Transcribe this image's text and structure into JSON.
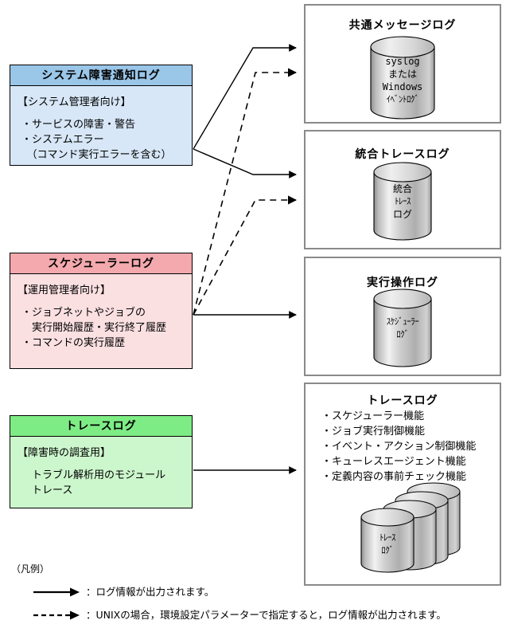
{
  "diagram": {
    "sources": [
      {
        "id": "system-failure-notification-log",
        "title": "システム障害通知ログ",
        "audience": "【システム管理者向け】",
        "lines": [
          "・サービスの障害・警告",
          "・システムエラー",
          "　（コマンド実行エラーを含む）"
        ],
        "header_color": "#9ac6e8",
        "body_color": "#d7e7f7"
      },
      {
        "id": "scheduler-log",
        "title": "スケジューラーログ",
        "audience": "【運用管理者向け】",
        "lines": [
          "・ジョブネットやジョブの",
          "　実行開始履歴・実行終了履歴",
          "・コマンドの実行履歴"
        ],
        "header_color": "#f3a9ad",
        "body_color": "#fbe0e2"
      },
      {
        "id": "trace-log",
        "title": "トレースログ",
        "audience": "【障害時の調査用】",
        "lines": [
          "　トラブル解析用のモジュール",
          "　トレース"
        ],
        "header_color": "#7eec85",
        "body_color": "#ccf6cc"
      }
    ],
    "targets": [
      {
        "id": "common-message-log",
        "title": "共通メッセージログ",
        "cylinder_lines": [
          "syslog",
          "または",
          "Windows",
          "ｲﾍﾞﾝﾄﾛｸﾞ"
        ],
        "items": []
      },
      {
        "id": "integrated-trace-log",
        "title": "統合トレースログ",
        "cylinder_lines": [
          "統合",
          "ﾄﾚｰｽ",
          "ログ"
        ],
        "items": []
      },
      {
        "id": "execution-operation-log",
        "title": "実行操作ログ",
        "cylinder_lines": [
          "ｽｹｼﾞｭｰﾗｰ",
          "ﾛｸﾞ"
        ],
        "items": []
      },
      {
        "id": "trace-log-target",
        "title": "トレースログ",
        "cylinder_lines": [
          "ﾄﾚｰｽ",
          "ﾛｸﾞ"
        ],
        "items": [
          "・スケジューラー機能",
          "・ジョブ実行制御機能",
          "・イベント・アクション制御機能",
          "・キューレスエージェント機能",
          "・定義内容の事前チェック機能"
        ]
      }
    ]
  },
  "legend": {
    "title": "（凡例）",
    "rows": [
      {
        "style": "solid",
        "text": "：ログ情報が出力されます。"
      },
      {
        "style": "dashed",
        "text": "：UNIXの場合，環境設定パラメーターで指定すると，ログ情報が出力されます。"
      }
    ]
  }
}
